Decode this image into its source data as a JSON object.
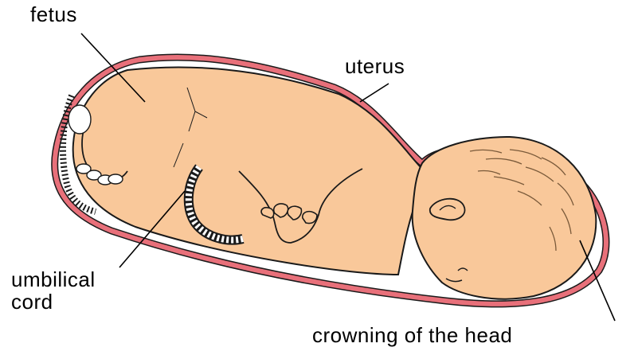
{
  "labels": {
    "fetus": "fetus",
    "uterus": "uterus",
    "umbilical_line1": "umbilical",
    "umbilical_line2": "cord",
    "crowning": "crowning of the head"
  },
  "colors": {
    "skin": "#f9c89a",
    "uterus_wall": "#e8707a",
    "outline": "#1a1a1a",
    "background": "#ffffff"
  }
}
